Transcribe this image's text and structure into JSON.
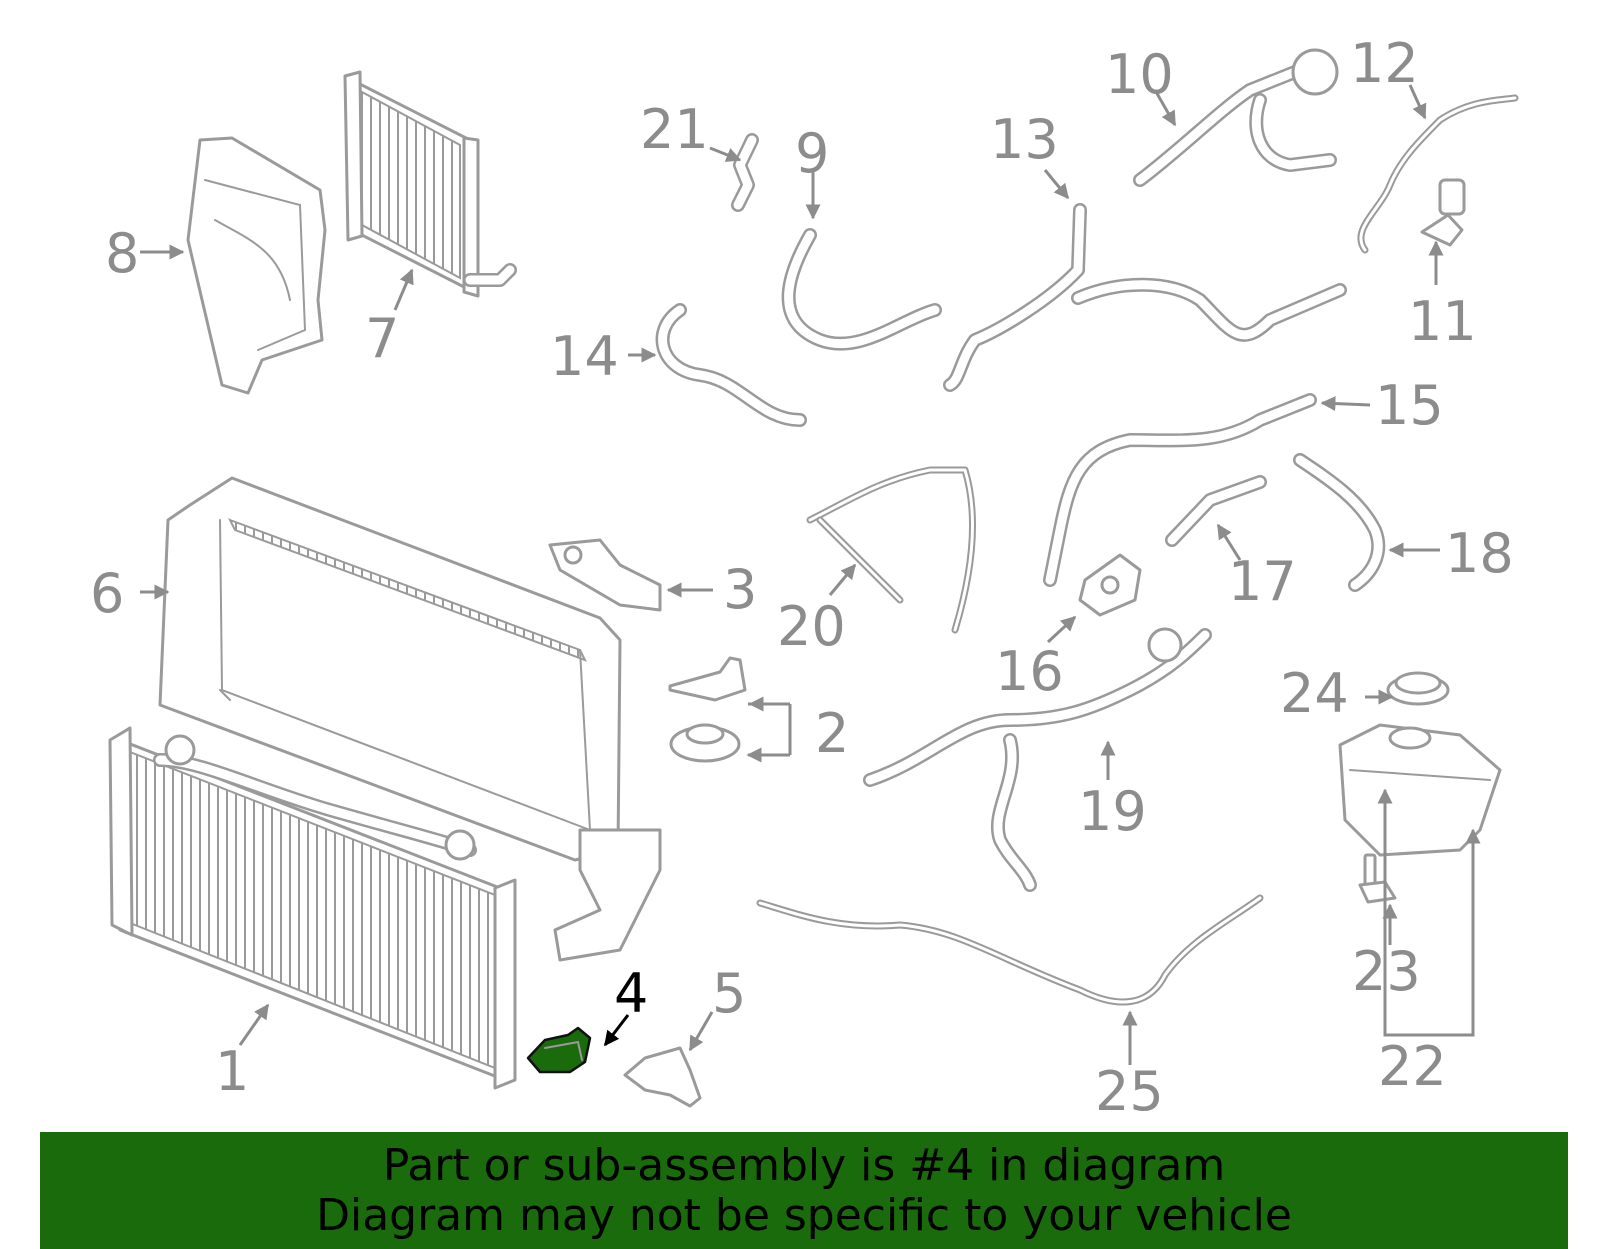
{
  "diagram": {
    "highlight_color": "#1a6b0c",
    "part_color": "#9a9a9a",
    "callouts": {
      "c1": "1",
      "c2": "2",
      "c3": "3",
      "c4": "4",
      "c5": "5",
      "c6": "6",
      "c7": "7",
      "c8": "8",
      "c9": "9",
      "c10": "10",
      "c11": "11",
      "c12": "12",
      "c13": "13",
      "c14": "14",
      "c15": "15",
      "c16": "16",
      "c17": "17",
      "c18": "18",
      "c19": "19",
      "c20": "20",
      "c21": "21",
      "c22": "22",
      "c23": "23",
      "c24": "24",
      "c25": "25"
    },
    "highlighted_part": "4"
  },
  "banner": {
    "line1": "Part or sub-assembly is #4 in diagram",
    "line2": "Diagram may not be specific to your vehicle"
  }
}
